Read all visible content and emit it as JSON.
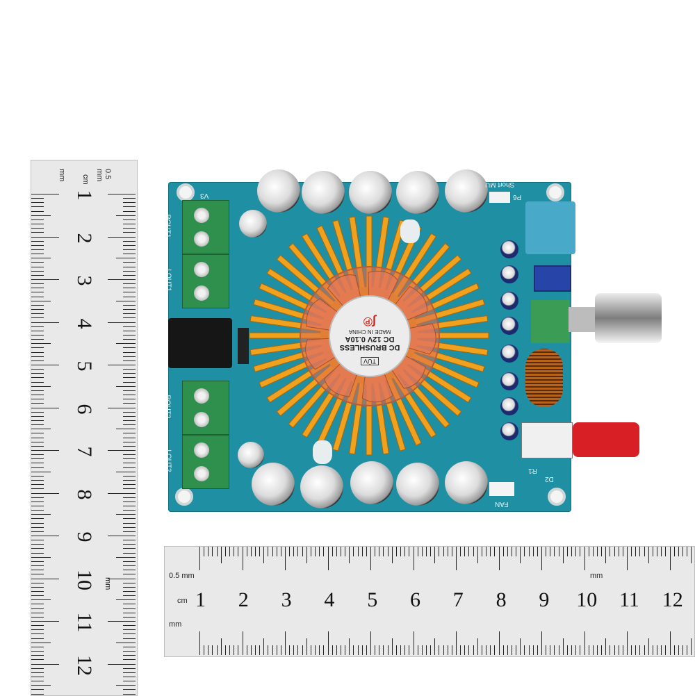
{
  "vertical_ruler": {
    "numbers": [
      "1",
      "2",
      "3",
      "4",
      "5",
      "6",
      "7",
      "8",
      "9",
      "10",
      "11",
      "12"
    ],
    "unit_top": "0.5 mm",
    "unit_cm": "cm",
    "unit_mm": "mm",
    "unit_mid": "mm"
  },
  "horizontal_ruler": {
    "numbers": [
      "1",
      "2",
      "3",
      "4",
      "5",
      "6",
      "7",
      "8",
      "9",
      "10",
      "11",
      "12"
    ],
    "unit_top": "0.5 mm",
    "unit_cm": "cm",
    "unit_mm": "mm",
    "unit_mid": "mm"
  },
  "board": {
    "labels": {
      "v3": "V3",
      "rout1": "ROUT1",
      "lout1": "LOUT1",
      "rout2": "ROUT2",
      "lout2": "LOUT2",
      "short_mu": "Short MU",
      "p6": "P6",
      "fan": "FAN",
      "d2": "D2",
      "r1": "R1"
    },
    "fan_label": {
      "line1": "DC BRUSHLESS",
      "line2": "DC 12V 0.10A",
      "line3": "MADE IN CHINA",
      "cert": "TÜV"
    }
  },
  "colors": {
    "pcb": "#1f8fa4",
    "heatsink": "#f0a11d",
    "terminal": "#2f8f4c",
    "jack": "#48a9c9",
    "button": "#d81f26"
  }
}
